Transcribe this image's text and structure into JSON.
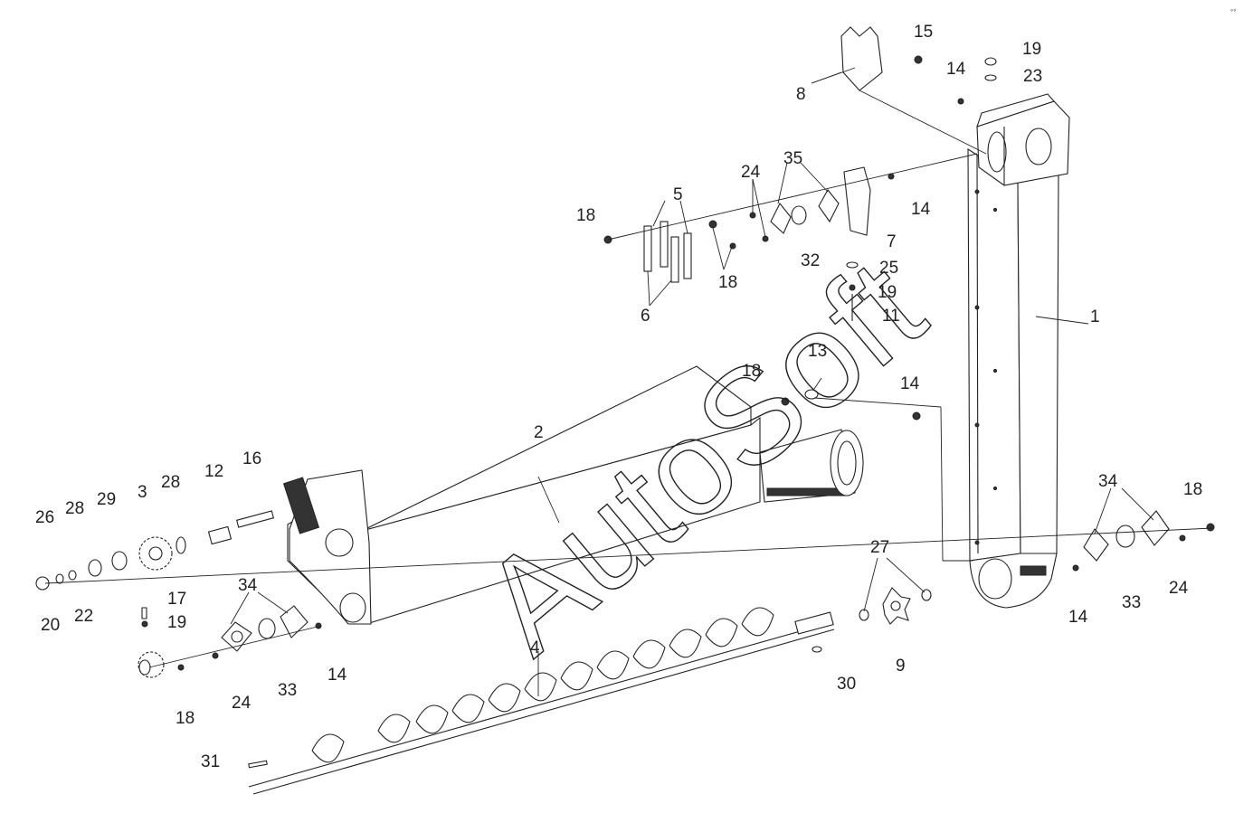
{
  "watermark": "AutoSoft",
  "corner_mark": "°°",
  "callouts": [
    {
      "id": "c1",
      "text": "1"
    },
    {
      "id": "c2",
      "text": "2"
    },
    {
      "id": "c3",
      "text": "3"
    },
    {
      "id": "c4",
      "text": "4"
    },
    {
      "id": "c5",
      "text": "5"
    },
    {
      "id": "c6",
      "text": "6"
    },
    {
      "id": "c7",
      "text": "7"
    },
    {
      "id": "c8",
      "text": "8"
    },
    {
      "id": "c9",
      "text": "9"
    },
    {
      "id": "c11",
      "text": "11"
    },
    {
      "id": "c12",
      "text": "12"
    },
    {
      "id": "c13",
      "text": "13"
    },
    {
      "id": "c14a",
      "text": "14"
    },
    {
      "id": "c14b",
      "text": "14"
    },
    {
      "id": "c14c",
      "text": "14"
    },
    {
      "id": "c14d",
      "text": "14"
    },
    {
      "id": "c14e",
      "text": "14"
    },
    {
      "id": "c15",
      "text": "15"
    },
    {
      "id": "c16",
      "text": "16"
    },
    {
      "id": "c17",
      "text": "17"
    },
    {
      "id": "c18a",
      "text": "18"
    },
    {
      "id": "c18b",
      "text": "18"
    },
    {
      "id": "c18c",
      "text": "18"
    },
    {
      "id": "c18d",
      "text": "18"
    },
    {
      "id": "c18e",
      "text": "18"
    },
    {
      "id": "c19a",
      "text": "19"
    },
    {
      "id": "c19b",
      "text": "19"
    },
    {
      "id": "c19c",
      "text": "19"
    },
    {
      "id": "c20",
      "text": "20"
    },
    {
      "id": "c22",
      "text": "22"
    },
    {
      "id": "c23",
      "text": "23"
    },
    {
      "id": "c24a",
      "text": "24"
    },
    {
      "id": "c24b",
      "text": "24"
    },
    {
      "id": "c24c",
      "text": "24"
    },
    {
      "id": "c25",
      "text": "25"
    },
    {
      "id": "c26",
      "text": "26"
    },
    {
      "id": "c27",
      "text": "27"
    },
    {
      "id": "c28a",
      "text": "28"
    },
    {
      "id": "c28b",
      "text": "28"
    },
    {
      "id": "c29",
      "text": "29"
    },
    {
      "id": "c30",
      "text": "30"
    },
    {
      "id": "c31",
      "text": "31"
    },
    {
      "id": "c32",
      "text": "32"
    },
    {
      "id": "c33a",
      "text": "33"
    },
    {
      "id": "c33b",
      "text": "33"
    },
    {
      "id": "c34a",
      "text": "34"
    },
    {
      "id": "c34b",
      "text": "34"
    },
    {
      "id": "c35",
      "text": "35"
    }
  ]
}
